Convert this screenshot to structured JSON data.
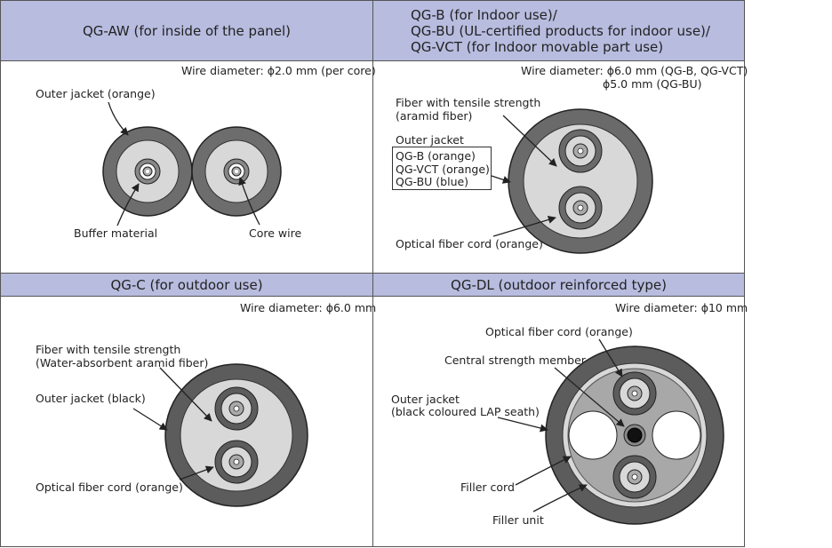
{
  "panels": {
    "qg_aw": {
      "header": "QG-AW (for inside of the panel)",
      "diameter": "Wire diameter: ϕ2.0 mm (per core)",
      "labels": {
        "outer_jacket": "Outer jacket (orange)",
        "buffer": "Buffer material",
        "core": "Core wire"
      }
    },
    "qg_b": {
      "header_lines": [
        "QG-B (for Indoor use)/",
        "QG-BU (UL-certified products for indoor use)/",
        "QG-VCT (for Indoor movable part use)"
      ],
      "diameter_lines": [
        "Wire diameter: ϕ6.0 mm (QG-B, QG-VCT)",
        "ϕ5.0 mm (QG-BU)"
      ],
      "labels": {
        "fiber_line1": "Fiber with tensile strength",
        "fiber_line2": "(aramid fiber)",
        "outer_jacket": "Outer jacket",
        "box_items": [
          "QG-B (orange)",
          "QG-VCT (orange)",
          "QG-BU (blue)"
        ],
        "optical": "Optical fiber cord (orange)"
      }
    },
    "qg_c": {
      "header": "QG-C (for outdoor use)",
      "diameter": "Wire diameter: ϕ6.0 mm",
      "labels": {
        "fiber_line1": "Fiber with tensile strength",
        "fiber_line2": "(Water-absorbent aramid fiber)",
        "outer_jacket": "Outer jacket (black)",
        "optical": "Optical fiber cord (orange)"
      }
    },
    "qg_dl": {
      "header": "QG-DL (outdoor reinforced type)",
      "diameter": "Wire diameter: ϕ10 mm",
      "labels": {
        "optical": "Optical fiber cord (orange)",
        "central": "Central strength member",
        "outer_line1": "Outer jacket",
        "outer_line2": "(black coloured LAP seath)",
        "filler_cord": "Filler cord",
        "filler_unit": "Filler unit"
      }
    }
  }
}
